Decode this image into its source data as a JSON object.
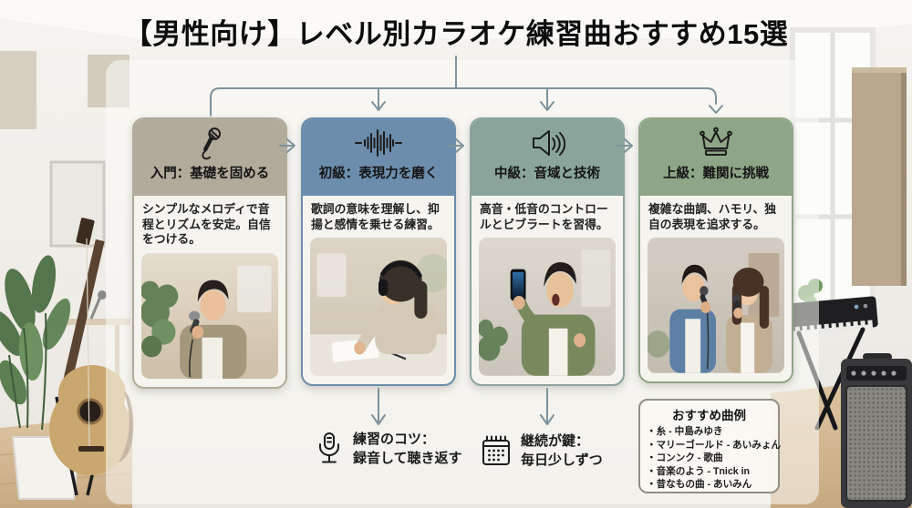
{
  "title": "【男性向け】レベル別カラオケ練習曲おすすめ15選",
  "levels": [
    {
      "name": "入門：基礎を固める",
      "icon": "microphone-icon",
      "color": "#b2aa9b",
      "description": "シンプルなメロディで音程とリズムを安定。自信をつける。",
      "photo": "マイクで歌う男性"
    },
    {
      "name": "初級：表現力を磨く",
      "icon": "waveform-icon",
      "color": "#6c8dab",
      "description": "歌詞の意味を理解し、抑揚と感情を乗せる練習。",
      "photo": "ヘッドホンで歌詞を書き取る女性"
    },
    {
      "name": "中級：音域と技術",
      "icon": "speaker-icon",
      "color": "#8aa49c",
      "description": "高音・低音のコントロールとビブラートを習得。",
      "photo": "スマホを持って歌う男性"
    },
    {
      "name": "上級：難関に挑戦",
      "icon": "crown-icon",
      "color": "#8ea687",
      "description": "複雑な曲調、ハモリ、独自の表現を追求する。",
      "photo": "デュエットする男女"
    }
  ],
  "tips": [
    {
      "icon": "recording-mic-icon",
      "line1": "練習のコツ：",
      "line2": "録音して聴き返す"
    },
    {
      "icon": "calendar-icon",
      "line1": "継続が鍵：",
      "line2": "毎日少しずつ"
    }
  ],
  "recommendations": {
    "title": "おすすめ曲例",
    "items": [
      "・糸 - 中島みゆき",
      "・マリーゴールド - あいみょん",
      "・コンンク - 歌曲",
      "・音楽のよう - Tnick in",
      "・昔なもの曲 - あいみん"
    ]
  },
  "colors": {
    "connector": "#7d939b",
    "card_background": "#f6f4ef",
    "title_text": "#0d0d0d"
  }
}
